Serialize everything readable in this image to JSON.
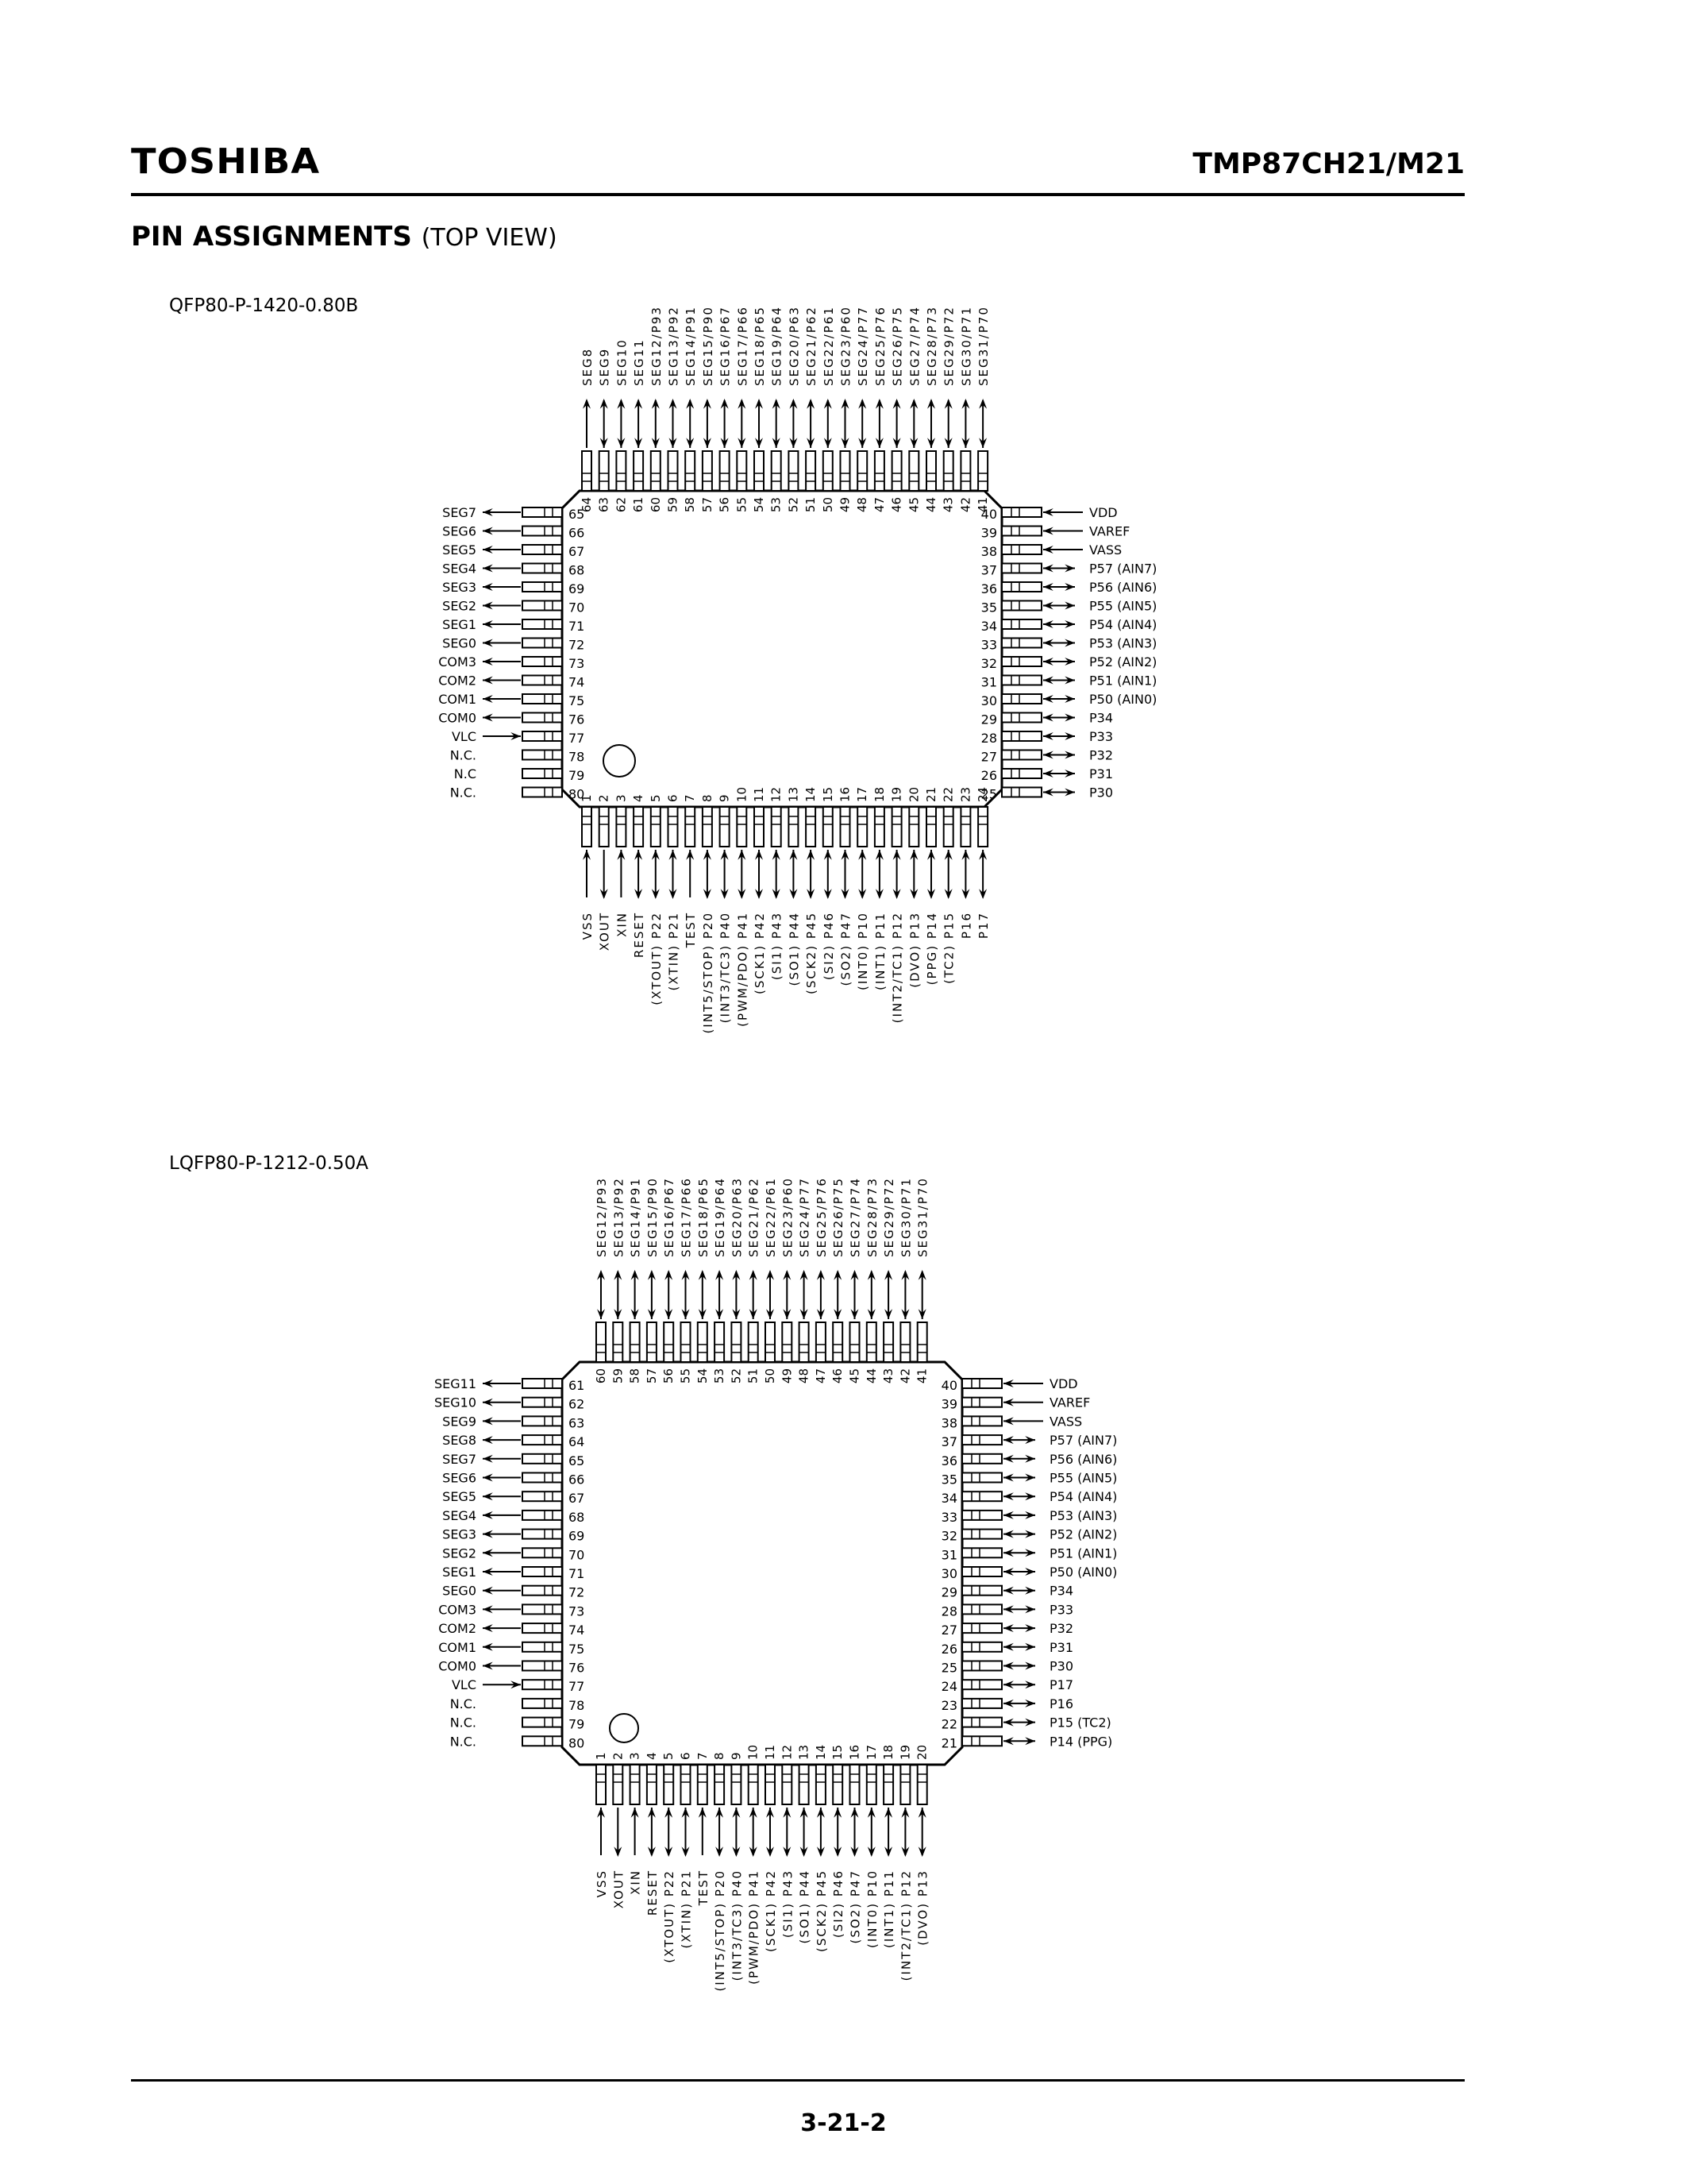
{
  "header": {
    "brand": "TOSHIBA",
    "part_number": "TMP87CH21/M21"
  },
  "section": {
    "title": "PIN ASSIGNMENTS",
    "subtitle": "(TOP VIEW)"
  },
  "packages": [
    {
      "name": "QFP80-P-1420-0.80B",
      "top_pins": [
        {
          "num": 64,
          "label": "SEG8",
          "dir": "out"
        },
        {
          "num": 63,
          "label": "SEG9",
          "dir": "bi"
        },
        {
          "num": 62,
          "label": "SEG10",
          "dir": "bi"
        },
        {
          "num": 61,
          "label": "SEG11",
          "dir": "bi"
        },
        {
          "num": 60,
          "label": "SEG12/P93",
          "dir": "bi"
        },
        {
          "num": 59,
          "label": "SEG13/P92",
          "dir": "bi"
        },
        {
          "num": 58,
          "label": "SEG14/P91",
          "dir": "bi"
        },
        {
          "num": 57,
          "label": "SEG15/P90",
          "dir": "bi"
        },
        {
          "num": 56,
          "label": "SEG16/P67",
          "dir": "bi"
        },
        {
          "num": 55,
          "label": "SEG17/P66",
          "dir": "bi"
        },
        {
          "num": 54,
          "label": "SEG18/P65",
          "dir": "bi"
        },
        {
          "num": 53,
          "label": "SEG19/P64",
          "dir": "bi"
        },
        {
          "num": 52,
          "label": "SEG20/P63",
          "dir": "bi"
        },
        {
          "num": 51,
          "label": "SEG21/P62",
          "dir": "bi"
        },
        {
          "num": 50,
          "label": "SEG22/P61",
          "dir": "bi"
        },
        {
          "num": 49,
          "label": "SEG23/P60",
          "dir": "bi"
        },
        {
          "num": 48,
          "label": "SEG24/P77",
          "dir": "bi"
        },
        {
          "num": 47,
          "label": "SEG25/P76",
          "dir": "bi"
        },
        {
          "num": 46,
          "label": "SEG26/P75",
          "dir": "bi"
        },
        {
          "num": 45,
          "label": "SEG27/P74",
          "dir": "bi"
        },
        {
          "num": 44,
          "label": "SEG28/P73",
          "dir": "bi"
        },
        {
          "num": 43,
          "label": "SEG29/P72",
          "dir": "bi"
        },
        {
          "num": 42,
          "label": "SEG30/P71",
          "dir": "bi"
        },
        {
          "num": 41,
          "label": "SEG31/P70",
          "dir": "bi"
        }
      ],
      "left_pins": [
        {
          "num": 65,
          "label": "SEG7",
          "dir": "out"
        },
        {
          "num": 66,
          "label": "SEG6",
          "dir": "out"
        },
        {
          "num": 67,
          "label": "SEG5",
          "dir": "out"
        },
        {
          "num": 68,
          "label": "SEG4",
          "dir": "out"
        },
        {
          "num": 69,
          "label": "SEG3",
          "dir": "out"
        },
        {
          "num": 70,
          "label": "SEG2",
          "dir": "out"
        },
        {
          "num": 71,
          "label": "SEG1",
          "dir": "out"
        },
        {
          "num": 72,
          "label": "SEG0",
          "dir": "out"
        },
        {
          "num": 73,
          "label": "COM3",
          "dir": "out"
        },
        {
          "num": 74,
          "label": "COM2",
          "dir": "out"
        },
        {
          "num": 75,
          "label": "COM1",
          "dir": "out"
        },
        {
          "num": 76,
          "label": "COM0",
          "dir": "out"
        },
        {
          "num": 77,
          "label": "VLC",
          "dir": "in"
        },
        {
          "num": 78,
          "label": "N.C.",
          "dir": "none"
        },
        {
          "num": 79,
          "label": "N.C",
          "dir": "none"
        },
        {
          "num": 80,
          "label": "N.C.",
          "dir": "none"
        }
      ],
      "bottom_pins": [
        {
          "num": 1,
          "label": "VSS",
          "dir": "in"
        },
        {
          "num": 2,
          "label": "XOUT",
          "dir": "out"
        },
        {
          "num": 3,
          "label": "XIN",
          "dir": "in"
        },
        {
          "num": 4,
          "label": "RESET",
          "dir": "bi"
        },
        {
          "num": 5,
          "label": "(XTOUT) P22",
          "dir": "bi"
        },
        {
          "num": 6,
          "label": "(XTIN) P21",
          "dir": "bi"
        },
        {
          "num": 7,
          "label": "TEST",
          "dir": "in"
        },
        {
          "num": 8,
          "label": "(INT5/STOP) P20",
          "dir": "bi"
        },
        {
          "num": 9,
          "label": "(INT3/TC3) P40",
          "dir": "bi"
        },
        {
          "num": 10,
          "label": "(PWM/PDO) P41",
          "dir": "bi"
        },
        {
          "num": 11,
          "label": "(SCK1) P42",
          "dir": "bi"
        },
        {
          "num": 12,
          "label": "(SI1) P43",
          "dir": "bi"
        },
        {
          "num": 13,
          "label": "(SO1) P44",
          "dir": "bi"
        },
        {
          "num": 14,
          "label": "(SCK2) P45",
          "dir": "bi"
        },
        {
          "num": 15,
          "label": "(SI2) P46",
          "dir": "bi"
        },
        {
          "num": 16,
          "label": "(SO2) P47",
          "dir": "bi"
        },
        {
          "num": 17,
          "label": "(INT0) P10",
          "dir": "bi"
        },
        {
          "num": 18,
          "label": "(INT1) P11",
          "dir": "bi"
        },
        {
          "num": 19,
          "label": "(INT2/TC1) P12",
          "dir": "bi"
        },
        {
          "num": 20,
          "label": "(DVO) P13",
          "dir": "bi"
        },
        {
          "num": 21,
          "label": "(PPG) P14",
          "dir": "bi"
        },
        {
          "num": 22,
          "label": "(TC2) P15",
          "dir": "bi"
        },
        {
          "num": 23,
          "label": "P16",
          "dir": "bi"
        },
        {
          "num": 24,
          "label": "P17",
          "dir": "bi"
        }
      ],
      "right_pins": [
        {
          "num": 40,
          "label": "VDD",
          "dir": "in"
        },
        {
          "num": 39,
          "label": "VAREF",
          "dir": "in"
        },
        {
          "num": 38,
          "label": "VASS",
          "dir": "in"
        },
        {
          "num": 37,
          "label": "P57 (AIN7)",
          "dir": "bi"
        },
        {
          "num": 36,
          "label": "P56 (AIN6)",
          "dir": "bi"
        },
        {
          "num": 35,
          "label": "P55 (AIN5)",
          "dir": "bi"
        },
        {
          "num": 34,
          "label": "P54 (AIN4)",
          "dir": "bi"
        },
        {
          "num": 33,
          "label": "P53 (AIN3)",
          "dir": "bi"
        },
        {
          "num": 32,
          "label": "P52 (AIN2)",
          "dir": "bi"
        },
        {
          "num": 31,
          "label": "P51 (AIN1)",
          "dir": "bi"
        },
        {
          "num": 30,
          "label": "P50 (AIN0)",
          "dir": "bi"
        },
        {
          "num": 29,
          "label": "P34",
          "dir": "bi"
        },
        {
          "num": 28,
          "label": "P33",
          "dir": "bi"
        },
        {
          "num": 27,
          "label": "P32",
          "dir": "bi"
        },
        {
          "num": 26,
          "label": "P31",
          "dir": "bi"
        },
        {
          "num": 25,
          "label": "P30",
          "dir": "bi"
        }
      ]
    },
    {
      "name": "LQFP80-P-1212-0.50A",
      "top_pins": [
        {
          "num": 60,
          "label": "SEG12/P93",
          "dir": "bi"
        },
        {
          "num": 59,
          "label": "SEG13/P92",
          "dir": "bi"
        },
        {
          "num": 58,
          "label": "SEG14/P91",
          "dir": "bi"
        },
        {
          "num": 57,
          "label": "SEG15/P90",
          "dir": "bi"
        },
        {
          "num": 56,
          "label": "SEG16/P67",
          "dir": "bi"
        },
        {
          "num": 55,
          "label": "SEG17/P66",
          "dir": "bi"
        },
        {
          "num": 54,
          "label": "SEG18/P65",
          "dir": "bi"
        },
        {
          "num": 53,
          "label": "SEG19/P64",
          "dir": "bi"
        },
        {
          "num": 52,
          "label": "SEG20/P63",
          "dir": "bi"
        },
        {
          "num": 51,
          "label": "SEG21/P62",
          "dir": "bi"
        },
        {
          "num": 50,
          "label": "SEG22/P61",
          "dir": "bi"
        },
        {
          "num": 49,
          "label": "SEG23/P60",
          "dir": "bi"
        },
        {
          "num": 48,
          "label": "SEG24/P77",
          "dir": "bi"
        },
        {
          "num": 47,
          "label": "SEG25/P76",
          "dir": "bi"
        },
        {
          "num": 46,
          "label": "SEG26/P75",
          "dir": "bi"
        },
        {
          "num": 45,
          "label": "SEG27/P74",
          "dir": "bi"
        },
        {
          "num": 44,
          "label": "SEG28/P73",
          "dir": "bi"
        },
        {
          "num": 43,
          "label": "SEG29/P72",
          "dir": "bi"
        },
        {
          "num": 42,
          "label": "SEG30/P71",
          "dir": "bi"
        },
        {
          "num": 41,
          "label": "SEG31/P70",
          "dir": "bi"
        }
      ],
      "left_pins": [
        {
          "num": 61,
          "label": "SEG11",
          "dir": "out"
        },
        {
          "num": 62,
          "label": "SEG10",
          "dir": "out"
        },
        {
          "num": 63,
          "label": "SEG9",
          "dir": "out"
        },
        {
          "num": 64,
          "label": "SEG8",
          "dir": "out"
        },
        {
          "num": 65,
          "label": "SEG7",
          "dir": "out"
        },
        {
          "num": 66,
          "label": "SEG6",
          "dir": "out"
        },
        {
          "num": 67,
          "label": "SEG5",
          "dir": "out"
        },
        {
          "num": 68,
          "label": "SEG4",
          "dir": "out"
        },
        {
          "num": 69,
          "label": "SEG3",
          "dir": "out"
        },
        {
          "num": 70,
          "label": "SEG2",
          "dir": "out"
        },
        {
          "num": 71,
          "label": "SEG1",
          "dir": "out"
        },
        {
          "num": 72,
          "label": "SEG0",
          "dir": "out"
        },
        {
          "num": 73,
          "label": "COM3",
          "dir": "out"
        },
        {
          "num": 74,
          "label": "COM2",
          "dir": "out"
        },
        {
          "num": 75,
          "label": "COM1",
          "dir": "out"
        },
        {
          "num": 76,
          "label": "COM0",
          "dir": "out"
        },
        {
          "num": 77,
          "label": "VLC",
          "dir": "in"
        },
        {
          "num": 78,
          "label": "N.C.",
          "dir": "none"
        },
        {
          "num": 79,
          "label": "N.C.",
          "dir": "none"
        },
        {
          "num": 80,
          "label": "N.C.",
          "dir": "none"
        }
      ],
      "bottom_pins": [
        {
          "num": 1,
          "label": "VSS",
          "dir": "in"
        },
        {
          "num": 2,
          "label": "XOUT",
          "dir": "out"
        },
        {
          "num": 3,
          "label": "XIN",
          "dir": "in"
        },
        {
          "num": 4,
          "label": "RESET",
          "dir": "bi"
        },
        {
          "num": 5,
          "label": "(XTOUT) P22",
          "dir": "bi"
        },
        {
          "num": 6,
          "label": "(XTIN) P21",
          "dir": "bi"
        },
        {
          "num": 7,
          "label": "TEST",
          "dir": "in"
        },
        {
          "num": 8,
          "label": "(INT5/STOP) P20",
          "dir": "bi"
        },
        {
          "num": 9,
          "label": "(INT3/TC3) P40",
          "dir": "bi"
        },
        {
          "num": 10,
          "label": "(PWM/PDO) P41",
          "dir": "bi"
        },
        {
          "num": 11,
          "label": "(SCK1) P42",
          "dir": "bi"
        },
        {
          "num": 12,
          "label": "(SI1) P43",
          "dir": "bi"
        },
        {
          "num": 13,
          "label": "(SO1) P44",
          "dir": "bi"
        },
        {
          "num": 14,
          "label": "(SCK2) P45",
          "dir": "bi"
        },
        {
          "num": 15,
          "label": "(SI2) P46",
          "dir": "bi"
        },
        {
          "num": 16,
          "label": "(SO2) P47",
          "dir": "bi"
        },
        {
          "num": 17,
          "label": "(INT0) P10",
          "dir": "bi"
        },
        {
          "num": 18,
          "label": "(INT1) P11",
          "dir": "bi"
        },
        {
          "num": 19,
          "label": "(INT2/TC1) P12",
          "dir": "bi"
        },
        {
          "num": 20,
          "label": "(DVO) P13",
          "dir": "bi"
        }
      ],
      "right_pins": [
        {
          "num": 40,
          "label": "VDD",
          "dir": "in"
        },
        {
          "num": 39,
          "label": "VAREF",
          "dir": "in"
        },
        {
          "num": 38,
          "label": "VASS",
          "dir": "in"
        },
        {
          "num": 37,
          "label": "P57 (AIN7)",
          "dir": "bi"
        },
        {
          "num": 36,
          "label": "P56 (AIN6)",
          "dir": "bi"
        },
        {
          "num": 35,
          "label": "P55 (AIN5)",
          "dir": "bi"
        },
        {
          "num": 34,
          "label": "P54 (AIN4)",
          "dir": "bi"
        },
        {
          "num": 33,
          "label": "P53 (AIN3)",
          "dir": "bi"
        },
        {
          "num": 32,
          "label": "P52 (AIN2)",
          "dir": "bi"
        },
        {
          "num": 31,
          "label": "P51 (AIN1)",
          "dir": "bi"
        },
        {
          "num": 30,
          "label": "P50 (AIN0)",
          "dir": "bi"
        },
        {
          "num": 29,
          "label": "P34",
          "dir": "bi"
        },
        {
          "num": 28,
          "label": "P33",
          "dir": "bi"
        },
        {
          "num": 27,
          "label": "P32",
          "dir": "bi"
        },
        {
          "num": 26,
          "label": "P31",
          "dir": "bi"
        },
        {
          "num": 25,
          "label": "P30",
          "dir": "bi"
        },
        {
          "num": 24,
          "label": "P17",
          "dir": "bi"
        },
        {
          "num": 23,
          "label": "P16",
          "dir": "bi"
        },
        {
          "num": 22,
          "label": "P15 (TC2)",
          "dir": "bi"
        },
        {
          "num": 21,
          "label": "P14 (PPG)",
          "dir": "bi"
        }
      ]
    }
  ],
  "footer": {
    "page_number": "3-21-2"
  }
}
